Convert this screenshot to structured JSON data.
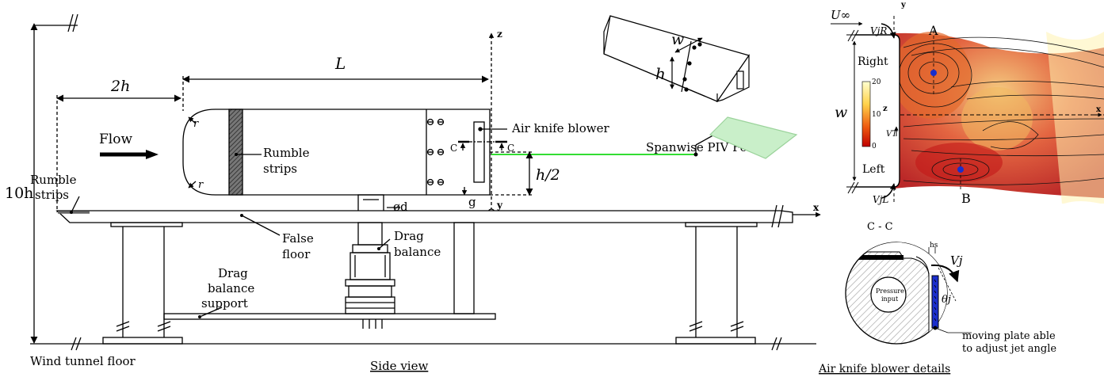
{
  "side_view": {
    "caption": "Side view",
    "dim_L": "L",
    "dim_2h": "2h",
    "dim_10h": "10h",
    "dim_h_half": "h/2",
    "flow": "Flow",
    "rumble_strips_body": "Rumble strips",
    "rumble_strips_floor": "Rumble strips",
    "r_top": "r",
    "r_bottom": "r",
    "air_knife_blower": "Air knife blower",
    "section_c_left": "C",
    "section_c_right": "C",
    "false_floor": "False floor",
    "drag_balance": "Drag balance",
    "drag_balance_support": "Drag balance support",
    "phi_d": "ød",
    "g": "g",
    "axis_z": "z",
    "axis_x": "x",
    "axis_y": "y",
    "wind_tunnel_floor": "Wind tunnel floor",
    "spanwise_piv": "Spanwise PIV FoV"
  },
  "iso_view": {
    "w": "w",
    "h": "h"
  },
  "piv_panel": {
    "u_inf": "U∞",
    "axis_y": "y",
    "axis_x": "x",
    "axis_z": "z",
    "v_jR": "VjR",
    "v_jL": "VjL",
    "v_T": "VT",
    "point_a": "A",
    "point_b": "B",
    "right": "Right",
    "left": "Left",
    "w": "w",
    "colorbar_ticks": [
      "20",
      "10",
      "0"
    ]
  },
  "detail": {
    "title": "C - C",
    "h_s": "hs",
    "v_j": "Vj",
    "theta_j": "θj",
    "pressure_input": "Pressure input",
    "moving_plate_note_1": "moving plate able",
    "moving_plate_note_2": "to adjust jet angle",
    "caption": "Air knife blower details"
  },
  "colors": {
    "piv_green": "#33dd33",
    "fov_fill": "#c9efc9",
    "plate_blue": "#1a2ecc"
  }
}
